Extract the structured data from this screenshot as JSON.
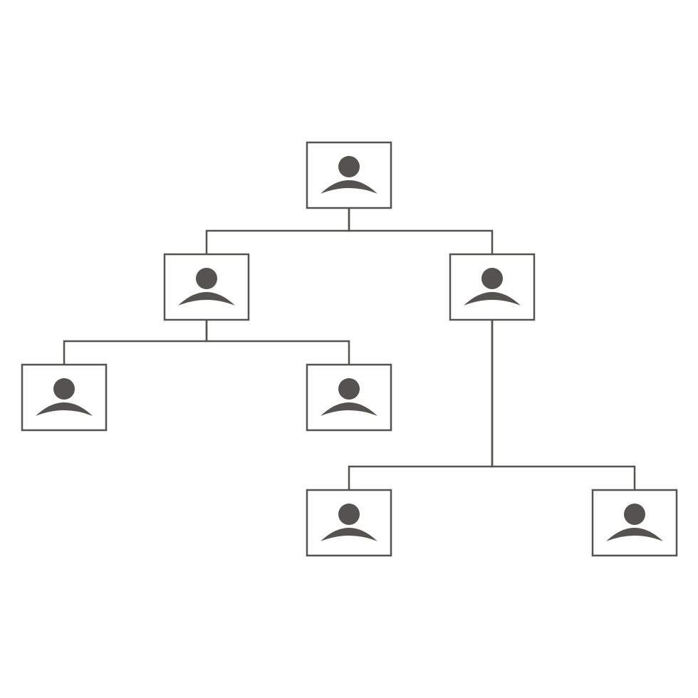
{
  "diagram": {
    "type": "org-chart",
    "colors": {
      "stroke": "#555350",
      "icon": "#555350",
      "background": "#ffffff",
      "card_fill": "#ffffff"
    },
    "icon": "person-icon",
    "nodes": [
      {
        "id": "root",
        "icon": "person-icon"
      },
      {
        "id": "left",
        "icon": "person-icon"
      },
      {
        "id": "right",
        "icon": "person-icon"
      },
      {
        "id": "left-left",
        "icon": "person-icon"
      },
      {
        "id": "left-right",
        "icon": "person-icon"
      },
      {
        "id": "right-left",
        "icon": "person-icon"
      },
      {
        "id": "right-right",
        "icon": "person-icon"
      }
    ],
    "edges": [
      {
        "from": "root",
        "to": "left"
      },
      {
        "from": "root",
        "to": "right"
      },
      {
        "from": "left",
        "to": "left-left"
      },
      {
        "from": "left",
        "to": "left-right"
      },
      {
        "from": "right",
        "to": "right-left"
      },
      {
        "from": "right",
        "to": "right-right"
      }
    ]
  }
}
